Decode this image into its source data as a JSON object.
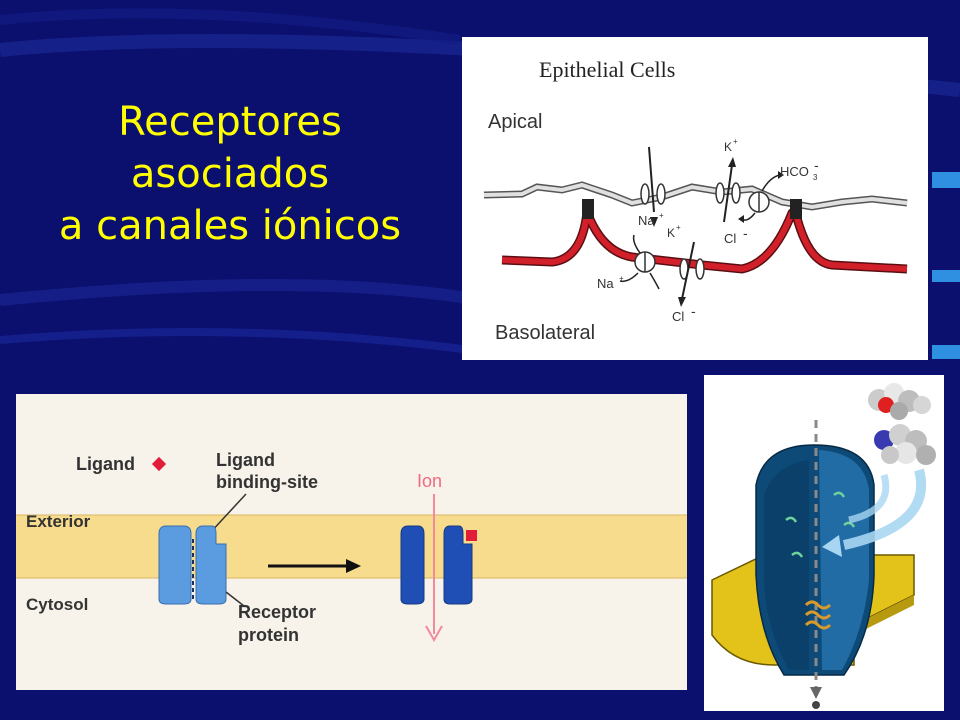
{
  "slide": {
    "title_lines": [
      "Receptores",
      "asociados",
      "a canales iónicos"
    ]
  },
  "epithelial_figure": {
    "title": "Epithelial Cells",
    "apical_label": "Apical",
    "basolateral_label": "Basolateral",
    "ions": {
      "na_apical": "Na",
      "k_apical": "K",
      "hco3": "HCO",
      "hco3_sub": "3",
      "cl_apical": "Cl",
      "k_baso": "K",
      "na_baso": "Na",
      "cl_baso": "Cl",
      "plus": "+",
      "minus": "-"
    },
    "colors": {
      "membrane_apical": "#bdbdbd",
      "membrane_baso": "#d2202a",
      "junction": "#222222"
    }
  },
  "receptor_figure": {
    "ligand_label": "Ligand",
    "binding_site_line1": "Ligand",
    "binding_site_line2": "binding-site",
    "ion_label": "Ion",
    "exterior_label": "Exterior",
    "cytosol_label": "Cytosol",
    "receptor_line1": "Receptor",
    "receptor_line2": "protein",
    "colors": {
      "membrane": "#f7dc8e",
      "receptor_closed": "#5b9be0",
      "receptor_open": "#1f4fb4",
      "ligand": "#e11d3a",
      "ion_arrow": "#f28a9a",
      "background": "#f7f2ea"
    }
  },
  "channel_figure": {
    "colors": {
      "channel": "#0e4a78",
      "membrane": "#e3c21a",
      "arrow": "#a8d6f2",
      "helix": "#d89a2a"
    },
    "icons": [
      "molecule-icon-top",
      "molecule-icon-bottom"
    ]
  },
  "background": {
    "base": "#0b0f6e",
    "stripe": "#1a2a9a"
  }
}
